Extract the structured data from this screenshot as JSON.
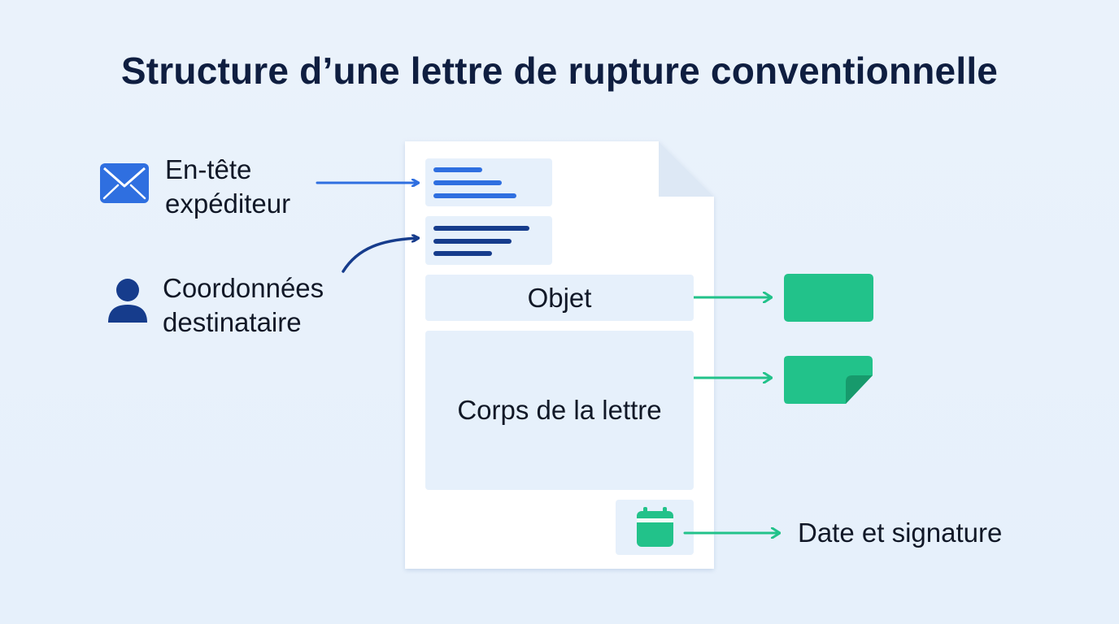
{
  "title": "Structure d’une lettre de rupture conventionnelle",
  "labels": {
    "sender": [
      "En-tête",
      "expéditeur"
    ],
    "recipient": [
      "Coordonnées",
      "destinataire"
    ],
    "date_signature": "Date et signature"
  },
  "blocks": {
    "object": "Objet",
    "body": "Corps de la lettre"
  },
  "icons": {
    "sender": "envelope-icon",
    "recipient": "user-icon",
    "date": "calendar-icon",
    "object_marker": "green-rectangle-icon",
    "body_marker": "sticky-note-icon"
  },
  "colors": {
    "blue": "#2f6fe0",
    "navy": "#163c8c",
    "green": "#22c28a",
    "paper": "#ffffff",
    "block": "#e6f0fb",
    "title": "#0f1e40"
  }
}
